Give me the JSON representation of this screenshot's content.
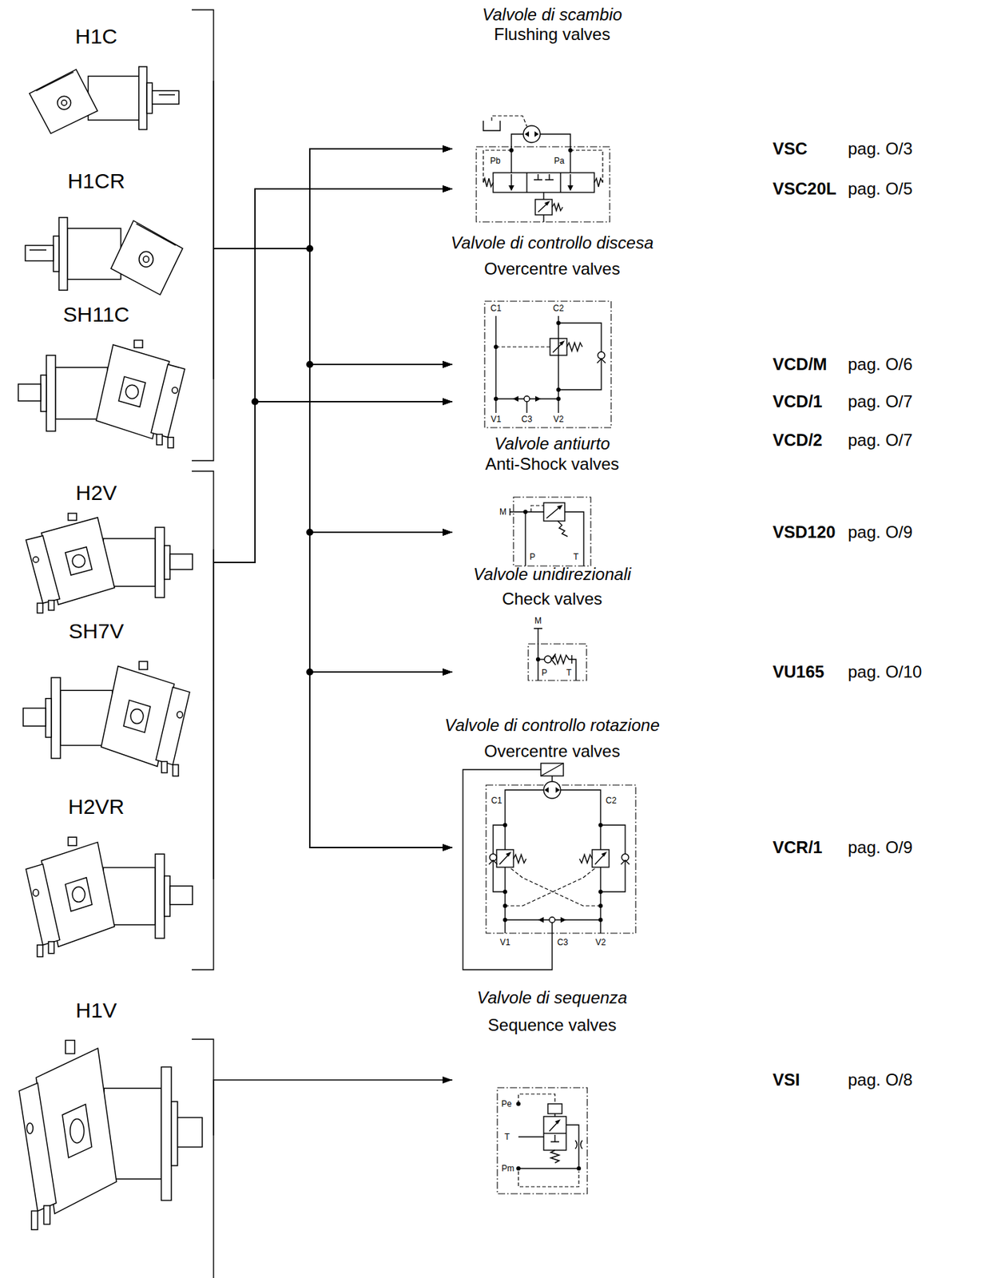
{
  "diagram": {
    "nodes": [
      {
        "text": [
          "H1C"
        ]
      },
      {
        "text": [
          "H1CR"
        ]
      },
      {
        "text": [
          "SH11C"
        ]
      },
      {
        "text": [
          "H2V"
        ]
      },
      {
        "text": [
          "SH7V"
        ]
      },
      {
        "text": [
          "H2VR"
        ]
      },
      {
        "text": [
          "H1V"
        ]
      },
      {
        "text": [
          "Valvole di scambio",
          "Flushing valves"
        ]
      },
      {
        "text": [
          "Valvole di controllo discesa",
          "Overcentre valves"
        ]
      },
      {
        "text": [
          "Valvole antiurto",
          "Anti-Shock valves"
        ]
      },
      {
        "text": [
          "Valvole unidirezionali",
          "Check valves"
        ]
      },
      {
        "text": [
          "Valvole di controllo rotazione",
          "Overcentre valves"
        ]
      },
      {
        "text": [
          "Valvole di sequenza",
          "Sequence valves"
        ]
      }
    ],
    "edges": [
      {
        "from": 0,
        "to": 7,
        "arrow": "to"
      },
      {
        "from": 0,
        "to": 8,
        "arrow": "to"
      },
      {
        "from": 0,
        "to": 9,
        "arrow": "to"
      },
      {
        "from": 0,
        "to": 10,
        "arrow": "to"
      },
      {
        "from": 0,
        "to": 11,
        "arrow": "to"
      },
      {
        "from": 1,
        "to": 7,
        "arrow": "to"
      },
      {
        "from": 1,
        "to": 8,
        "arrow": "to"
      },
      {
        "from": 1,
        "to": 9,
        "arrow": "to"
      },
      {
        "from": 1,
        "to": 10,
        "arrow": "to"
      },
      {
        "from": 1,
        "to": 11,
        "arrow": "to"
      },
      {
        "from": 2,
        "to": 7,
        "arrow": "to"
      },
      {
        "from": 2,
        "to": 8,
        "arrow": "to"
      },
      {
        "from": 2,
        "to": 9,
        "arrow": "to"
      },
      {
        "from": 2,
        "to": 10,
        "arrow": "to"
      },
      {
        "from": 2,
        "to": 11,
        "arrow": "to"
      },
      {
        "from": 3,
        "to": 7,
        "arrow": "to"
      },
      {
        "from": 3,
        "to": 8,
        "arrow": "to"
      },
      {
        "from": 4,
        "to": 7,
        "arrow": "to"
      },
      {
        "from": 4,
        "to": 8,
        "arrow": "to"
      },
      {
        "from": 5,
        "to": 7,
        "arrow": "to"
      },
      {
        "from": 5,
        "to": 8,
        "arrow": "to"
      },
      {
        "from": 6,
        "to": 12,
        "arrow": "to"
      }
    ],
    "labels": [
      "Pb",
      "Pa",
      "VSC",
      "pag. O/3",
      "VSC20L",
      "pag. O/5",
      "C1",
      "C2",
      "V1",
      "C3",
      "V2",
      "VCD/M",
      "pag. O/6",
      "VCD/1",
      "pag. O/7",
      "VCD/2",
      "pag. O/7",
      "M",
      "P",
      "T",
      "VSD120",
      "pag. O/9",
      "M",
      "P",
      "T",
      "VU165",
      "pag. O/10",
      "C1",
      "C2",
      "V1",
      "C3",
      "V2",
      "VCR/1",
      "pag. O/9",
      "Pe",
      "T",
      "Pm",
      "VSI",
      "pag. O/8"
    ]
  }
}
